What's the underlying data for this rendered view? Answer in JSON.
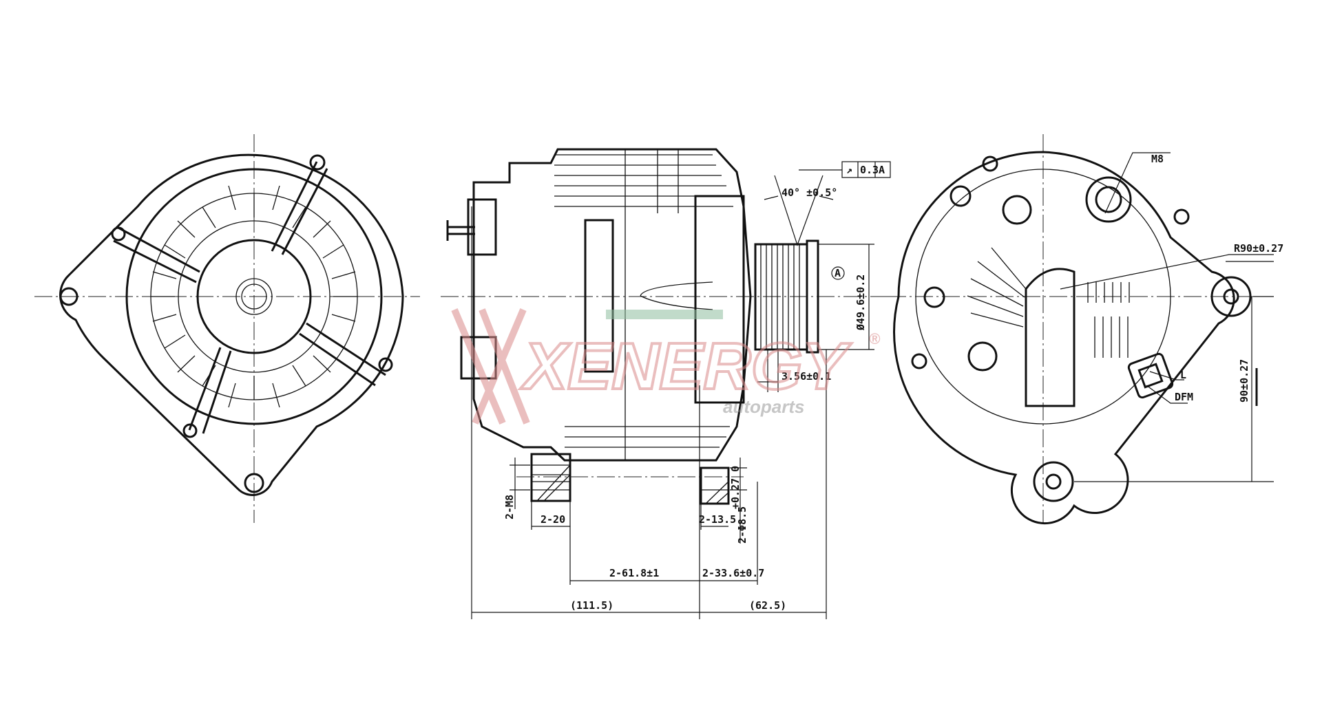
{
  "colors": {
    "line": "#111111",
    "watermark": "#d98a8a",
    "watermark_accent": "#8fbf9f"
  },
  "front_view": {},
  "side_view": {
    "dimensions": {
      "overall_rear": "(111.5)",
      "overall_front": "(62.5)",
      "mount_span": "2-61.8±1",
      "front_offset": "2-33.6±0.7",
      "rear_boss_width": "2-20",
      "front_boss_width": "2-13.5",
      "rear_thread": "2-M8",
      "front_hole": "2-Φ8.5",
      "front_hole_tol": "+0.27 0",
      "groove_pitch": "3.56±0.1",
      "pulley_diameter": "Ø49.6±0.2",
      "datum": "A",
      "groove_angle": "40° ±0.5°"
    },
    "tolerance_frame": {
      "symbol": "↗",
      "value": "0.3",
      "datum": "A"
    }
  },
  "rear_view": {
    "labels": {
      "thread": "M8",
      "radius": "R90±0.27",
      "terminal_l": "L",
      "terminal_dfm": "DFM",
      "height": "90±0.27"
    }
  },
  "watermark": {
    "brand": "XENERGY",
    "registered": "®",
    "sub": "autoparts"
  }
}
